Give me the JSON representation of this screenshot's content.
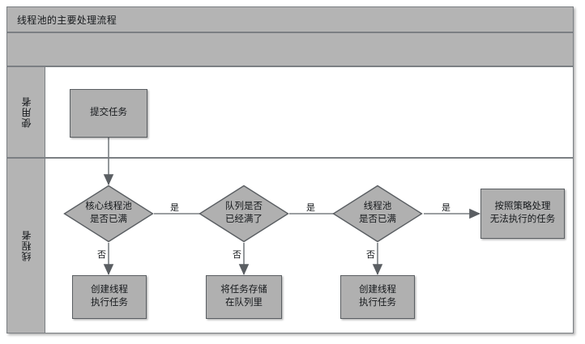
{
  "diagram": {
    "title": "线程池的主要处理流程",
    "header_band_text": "",
    "lanes": [
      {
        "id": "lane-user",
        "label": "使用者"
      },
      {
        "id": "lane-thread",
        "label": "线程者"
      }
    ],
    "nodes": [
      {
        "id": "submit-task",
        "type": "process",
        "text": "提交任务"
      },
      {
        "id": "core-pool-full",
        "type": "decision",
        "line1": "核心线程池",
        "line2": "是否已满"
      },
      {
        "id": "queue-full",
        "type": "decision",
        "line1": "队列是否",
        "line2": "已经满了"
      },
      {
        "id": "pool-full",
        "type": "decision",
        "line1": "线程池",
        "line2": "是否已满"
      },
      {
        "id": "reject-policy",
        "type": "process",
        "line1": "按照策略处理",
        "line2": "无法执行的任务"
      },
      {
        "id": "create-thread-1",
        "type": "process",
        "line1": "创建线程",
        "line2": "执行任务"
      },
      {
        "id": "store-in-queue",
        "type": "process",
        "line1": "将任务存储",
        "line2": "在队列里"
      },
      {
        "id": "create-thread-2",
        "type": "process",
        "line1": "创建线程",
        "line2": "执行任务"
      }
    ],
    "edge_labels": {
      "yes_1": "是",
      "yes_2": "是",
      "yes_3": "是",
      "no_1": "否",
      "no_2": "否",
      "no_3": "否"
    },
    "colors": {
      "shape_fill": "#b0b0b0",
      "shape_stroke": "#5a5e62",
      "band_fill": "#b4b4b4",
      "frame_stroke": "#7b7f83",
      "connector": "#7a7e82",
      "text": "#15181b",
      "canvas": "#ffffff"
    }
  }
}
